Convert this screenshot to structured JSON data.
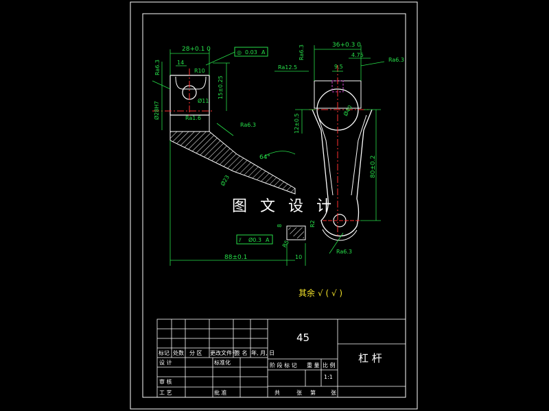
{
  "colors": {
    "outline": "#ffffff",
    "dimension": "#27e04a",
    "center": "#ff3030",
    "hidden": "#cc44cc",
    "note": "#f2e22a"
  },
  "watermark": "图 文 设 计",
  "left_view": {
    "dim_top": "28+0.1 0",
    "dim_14": "14",
    "dim_r10": "R10",
    "dim_phi11": "Ø11",
    "dim_15": "15±0.25",
    "dim_bore": "Ø28H7",
    "rough_ra63": "Ra6.3",
    "rough_ra16": "Ra1.6",
    "rough_ra63_b": "Ra6.3",
    "tol_frame": [
      "◎",
      "0.03",
      "A"
    ],
    "dim_angle": "64°",
    "dim_phi": "Ø23",
    "dim_width": "88±0.1",
    "dim_8": "8",
    "dim_r2": "R2",
    "dim_r5": "R5",
    "dim_10": "10",
    "tol_frame_b": [
      "⫽",
      "Ø0.3",
      "A"
    ]
  },
  "right_view": {
    "dim_top": "36+0.3 0",
    "dim_475": "4.75",
    "dim_95": "9.5",
    "rough_ra63": "Ra6.3",
    "rough_ra125": "Ra12.5",
    "rough_ra63_r": "Ra6.3",
    "dim_12": "12±0.5",
    "dim_phi": "Ø40",
    "dim_80": "80±0.2",
    "rough_ra63_b": "Ra6.3"
  },
  "note": {
    "label": "其余",
    "symbol": "√ ( √ )"
  },
  "title_block": {
    "material": "45",
    "part_name": "杠 杆",
    "scale": "1:1",
    "headers": [
      "标记",
      "处数",
      "分 区",
      "更改文件号",
      "签 名",
      "年, 月, 日"
    ],
    "design": "设 计",
    "standard": "标准化",
    "audit": "审 核",
    "process": "工 艺",
    "approve": "批 准",
    "stage_headers": [
      "阶 段 标 记",
      "重 量",
      "比 例"
    ],
    "sheets": [
      "共",
      "张",
      "第",
      "张"
    ]
  }
}
